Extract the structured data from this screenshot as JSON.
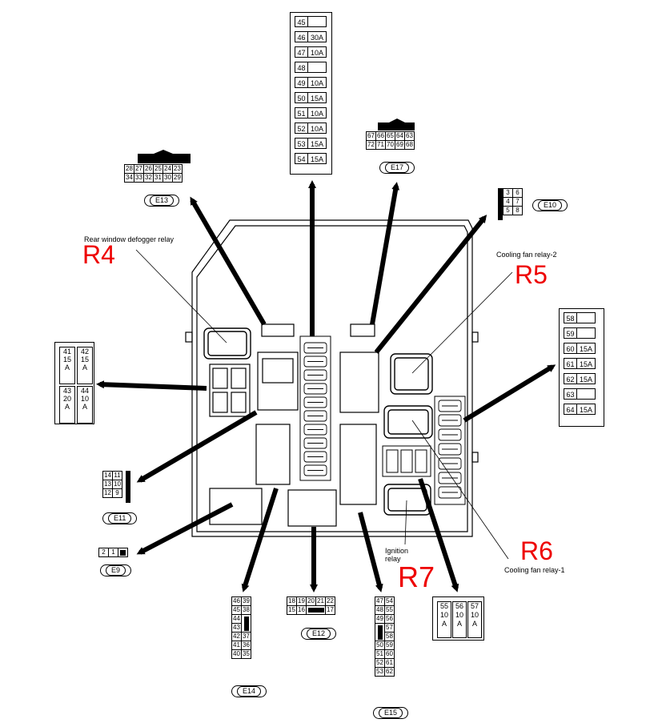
{
  "fuses_top": [
    {
      "num": "45",
      "amp": ""
    },
    {
      "num": "46",
      "amp": "30A"
    },
    {
      "num": "47",
      "amp": "10A"
    },
    {
      "num": "48",
      "amp": ""
    },
    {
      "num": "49",
      "amp": "10A"
    },
    {
      "num": "50",
      "amp": "15A"
    },
    {
      "num": "51",
      "amp": "10A"
    },
    {
      "num": "52",
      "amp": "10A"
    },
    {
      "num": "53",
      "amp": "15A"
    },
    {
      "num": "54",
      "amp": "15A"
    }
  ],
  "fuses_right": [
    {
      "num": "58",
      "amp": ""
    },
    {
      "num": "59",
      "amp": ""
    },
    {
      "num": "60",
      "amp": "15A"
    },
    {
      "num": "61",
      "amp": "15A"
    },
    {
      "num": "62",
      "amp": "15A"
    },
    {
      "num": "63",
      "amp": ""
    },
    {
      "num": "64",
      "amp": "15A"
    }
  ],
  "fuses_bottom_right": [
    {
      "num": "55",
      "amp": "10\nA"
    },
    {
      "num": "56",
      "amp": "10\nA"
    },
    {
      "num": "57",
      "amp": "10\nA"
    }
  ],
  "fuses_left": [
    {
      "num": "41",
      "amp": "15\nA"
    },
    {
      "num": "42",
      "amp": "15\nA"
    },
    {
      "num": "43",
      "amp": "20\nA"
    },
    {
      "num": "44",
      "amp": "10\nA"
    }
  ],
  "connectors": {
    "e13": {
      "label": "E13",
      "row1": [
        "28",
        "27",
        "26",
        "25",
        "24",
        "23"
      ],
      "row2": [
        "34",
        "33",
        "32",
        "31",
        "30",
        "29"
      ]
    },
    "e17": {
      "label": "E17",
      "row1": [
        "67",
        "66",
        "65",
        "64",
        "63"
      ],
      "row2": [
        "72",
        "71",
        "70",
        "69",
        "68"
      ]
    },
    "e10": {
      "label": "E10",
      "rows": [
        [
          "3",
          "6"
        ],
        [
          "4",
          "7"
        ],
        [
          "5",
          "8"
        ]
      ]
    },
    "e11": {
      "label": "E11",
      "rows": [
        [
          "14",
          "11"
        ],
        [
          "13",
          "10"
        ],
        [
          "12",
          "9"
        ]
      ]
    },
    "e9": {
      "label": "E9",
      "pins": [
        "2",
        "1"
      ]
    },
    "e12": {
      "label": "E12",
      "row1": [
        "18",
        "19",
        "20",
        "21",
        "22"
      ],
      "row2": [
        "15",
        "16",
        "",
        "",
        "17"
      ]
    },
    "e14": {
      "label": "E14",
      "rows": [
        [
          "46",
          "39"
        ],
        [
          "45",
          "38"
        ],
        [
          "44",
          ""
        ],
        [
          "43",
          ""
        ],
        [
          "42",
          "37"
        ],
        [
          "41",
          "36"
        ],
        [
          "40",
          "35"
        ]
      ]
    },
    "e15": {
      "label": "E15",
      "rows": [
        [
          "47",
          "54"
        ],
        [
          "48",
          "55"
        ],
        [
          "49",
          "56"
        ],
        [
          "",
          "57"
        ],
        [
          "",
          "58"
        ],
        [
          "50",
          "59"
        ],
        [
          "51",
          "60"
        ],
        [
          "52",
          "61"
        ],
        [
          "53",
          "62"
        ]
      ]
    }
  },
  "relays": {
    "r4": {
      "id": "R4",
      "name": "Rear window defogger relay"
    },
    "r5": {
      "id": "R5",
      "name": "Cooling fan relay-2"
    },
    "r6": {
      "id": "R6",
      "name": "Cooling fan relay-1"
    },
    "r7": {
      "id": "R7",
      "name": "Ignition\nrelay"
    }
  }
}
